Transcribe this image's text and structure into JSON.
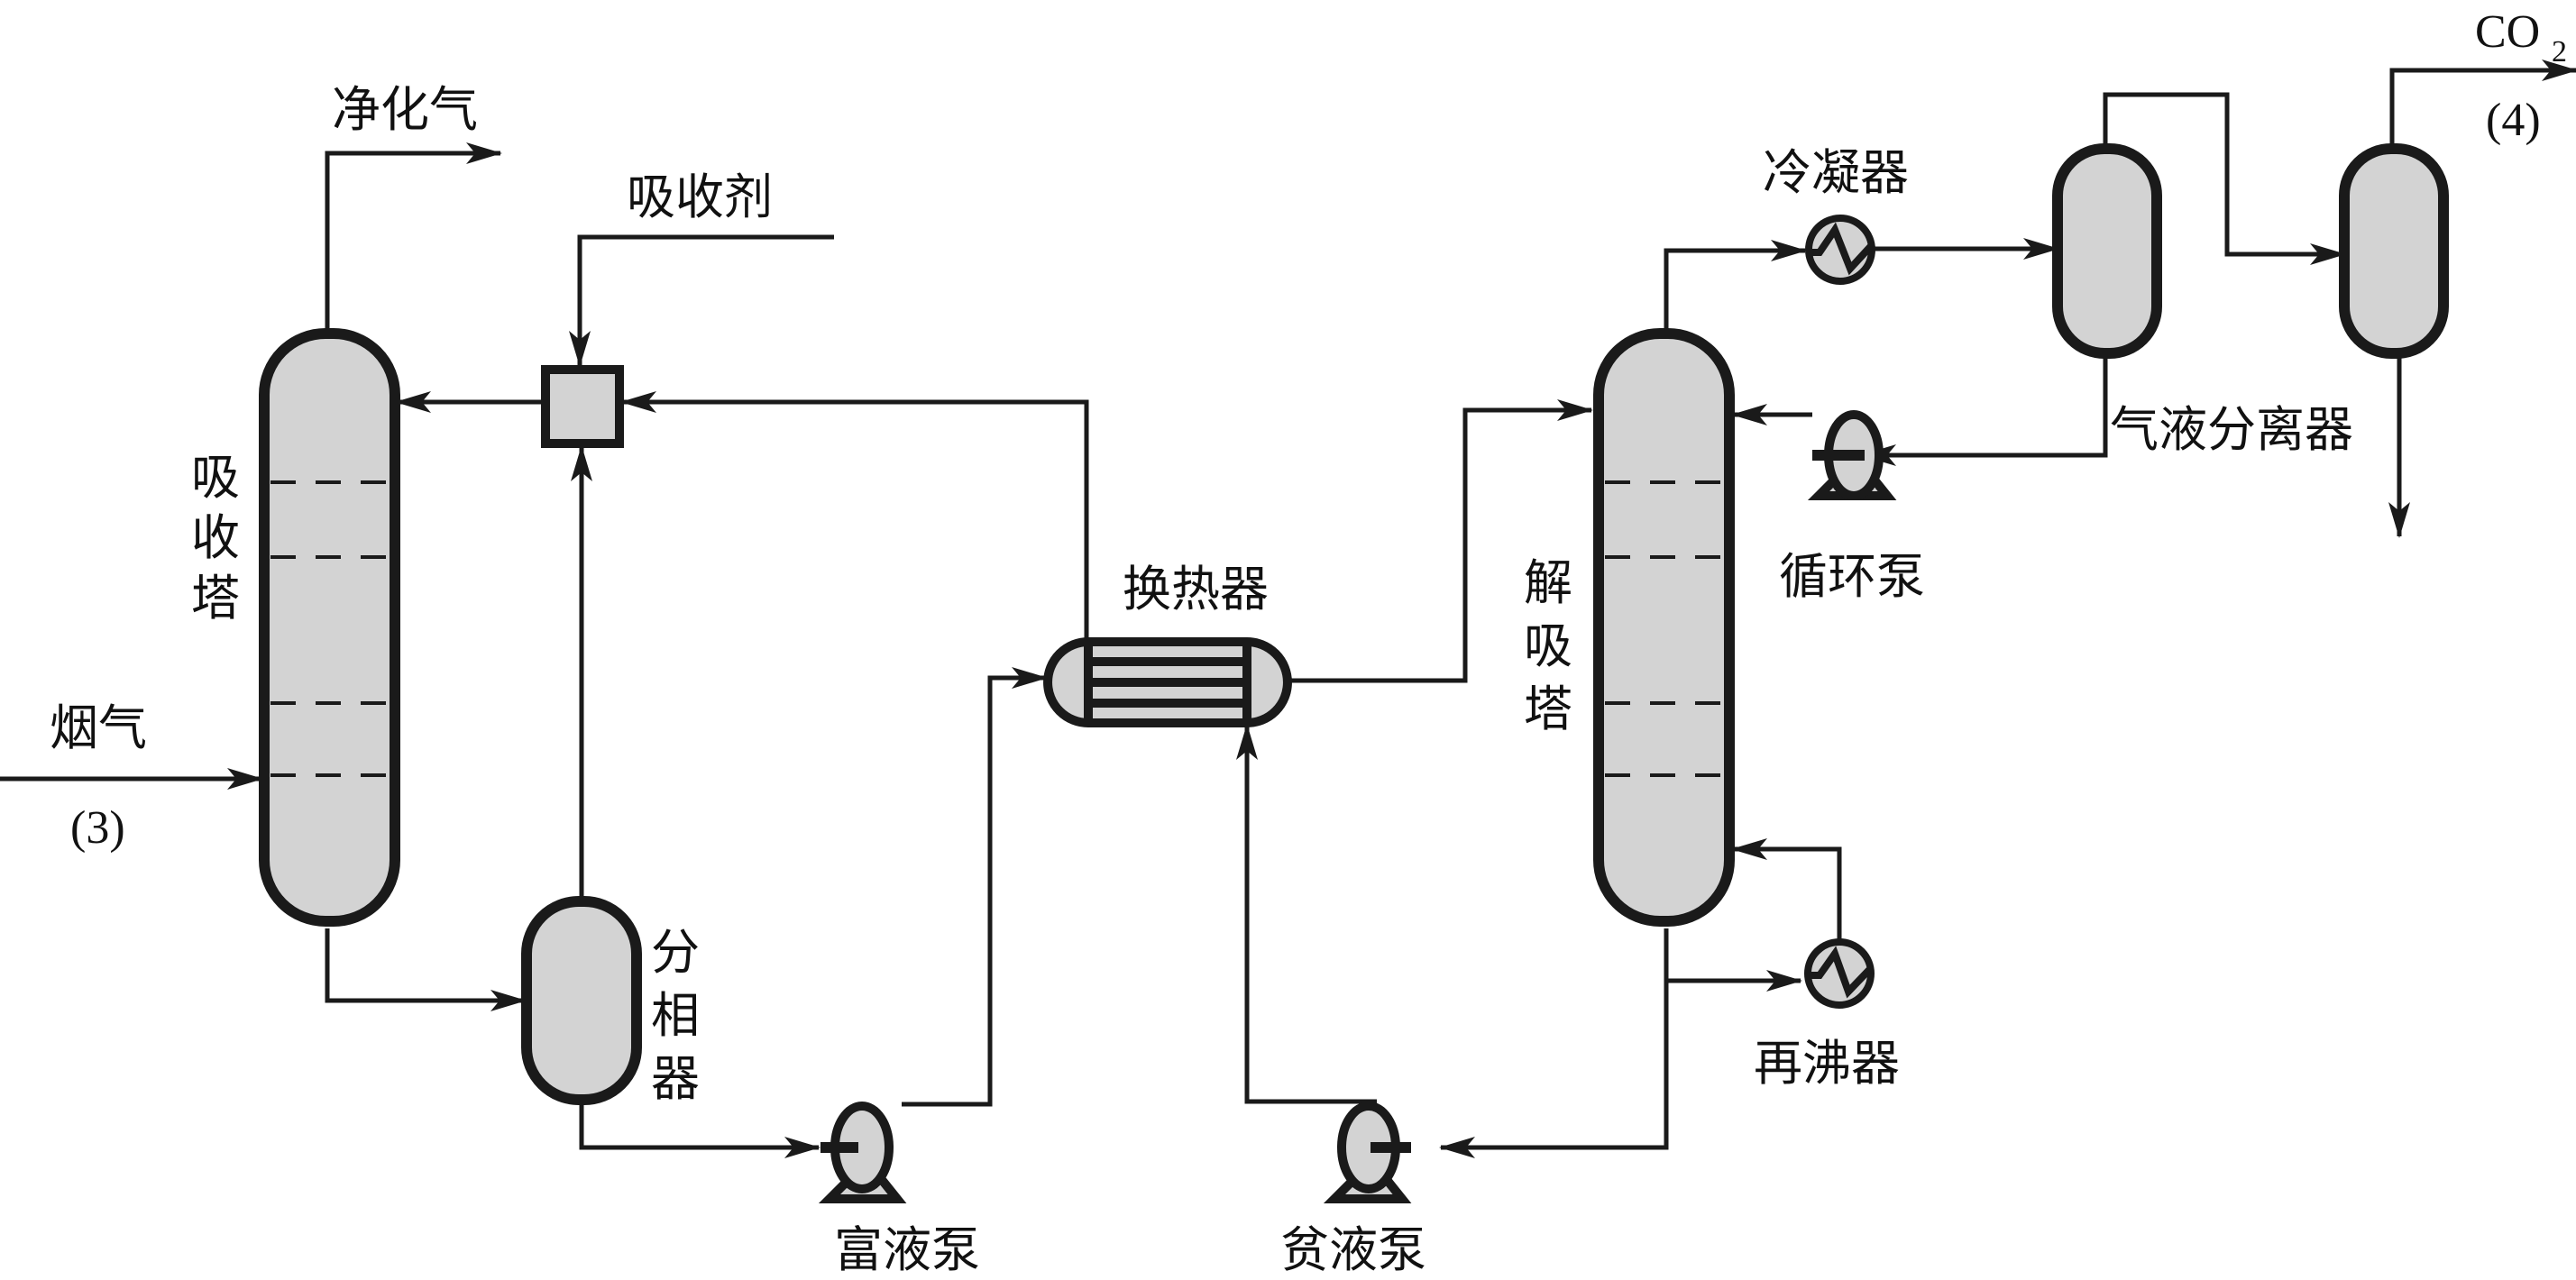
{
  "diagram": {
    "type": "process-flow-diagram",
    "equipment": {
      "absorber": "吸收塔",
      "phase_separator": "分相器",
      "mixer": "",
      "heat_exchanger": "换热器",
      "stripper": "解吸塔",
      "condenser": "冷凝器",
      "gas_liquid_separator": "气液分离器",
      "recycle_pump": "循环泵",
      "reboiler": "再沸器",
      "rich_pump": "富液泵",
      "lean_pump": "贫液泵"
    },
    "streams": {
      "purified_gas": "净化气",
      "absorbent": "吸收剂",
      "flue_gas": "烟气",
      "flue_gas_tag": "(3)",
      "co2_main": "CO",
      "co2_sub": "2",
      "co2_tag": "(4)"
    },
    "absorber_label_chars": [
      "吸",
      "收",
      "塔"
    ],
    "stripper_label_chars": [
      "解",
      "吸",
      "塔"
    ],
    "phase_separator_label_chars": [
      "分",
      "相",
      "器"
    ]
  }
}
